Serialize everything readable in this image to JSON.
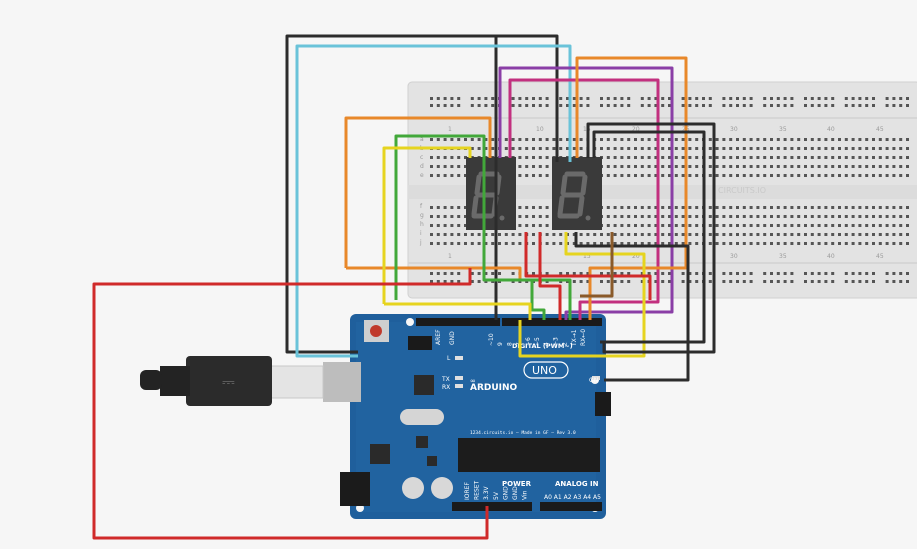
{
  "board": {
    "brand_mark": "∞",
    "brand": "ARDUINO",
    "model": "UNO",
    "digital_header": "DIGITAL (PWM~)",
    "power_label": "POWER",
    "analog_label": "ANALOG IN",
    "aref": "AREF",
    "gnd": "GND",
    "led_l": "L",
    "tx": "TX",
    "rx": "RX",
    "on": "ON",
    "chip_text": "1234.circuits.io — Made in GF — Rev 3.0",
    "digital_pins": [
      "~10",
      "9",
      "8",
      "7",
      "~6",
      "~5",
      "4",
      "~3",
      "2",
      "TX→1",
      "RX←0"
    ],
    "power_pins": [
      "IOREF",
      "RESET",
      "3.3V",
      "5V",
      "GND",
      "GND",
      "Vin"
    ],
    "analog_pins": [
      "A0",
      "A1",
      "A2",
      "A3",
      "A4",
      "A5"
    ]
  },
  "breadboard": {
    "watermark": "CIRCUITS.IO",
    "column_numbers": [
      "1",
      "10",
      "15",
      "20",
      "25",
      "30",
      "35",
      "40",
      "45"
    ],
    "row_letters_top": [
      "a",
      "b",
      "c",
      "d",
      "e"
    ],
    "row_letters_bottom": [
      "f",
      "g",
      "h",
      "i",
      "j"
    ]
  },
  "displays": [
    {
      "digit": "8."
    },
    {
      "digit": "8."
    }
  ],
  "colors": {
    "board": "#1f5f9c",
    "breadboard": "#e3e3e3",
    "wire_black": "#2c2c2c",
    "wire_lightblue": "#6ac3d9",
    "wire_purple": "#8a3ea6",
    "wire_magenta": "#c2307f",
    "wire_orange": "#e8882a",
    "wire_green": "#42a83a",
    "wire_yellow": "#e6d41f",
    "wire_red": "#d02a2a"
  }
}
